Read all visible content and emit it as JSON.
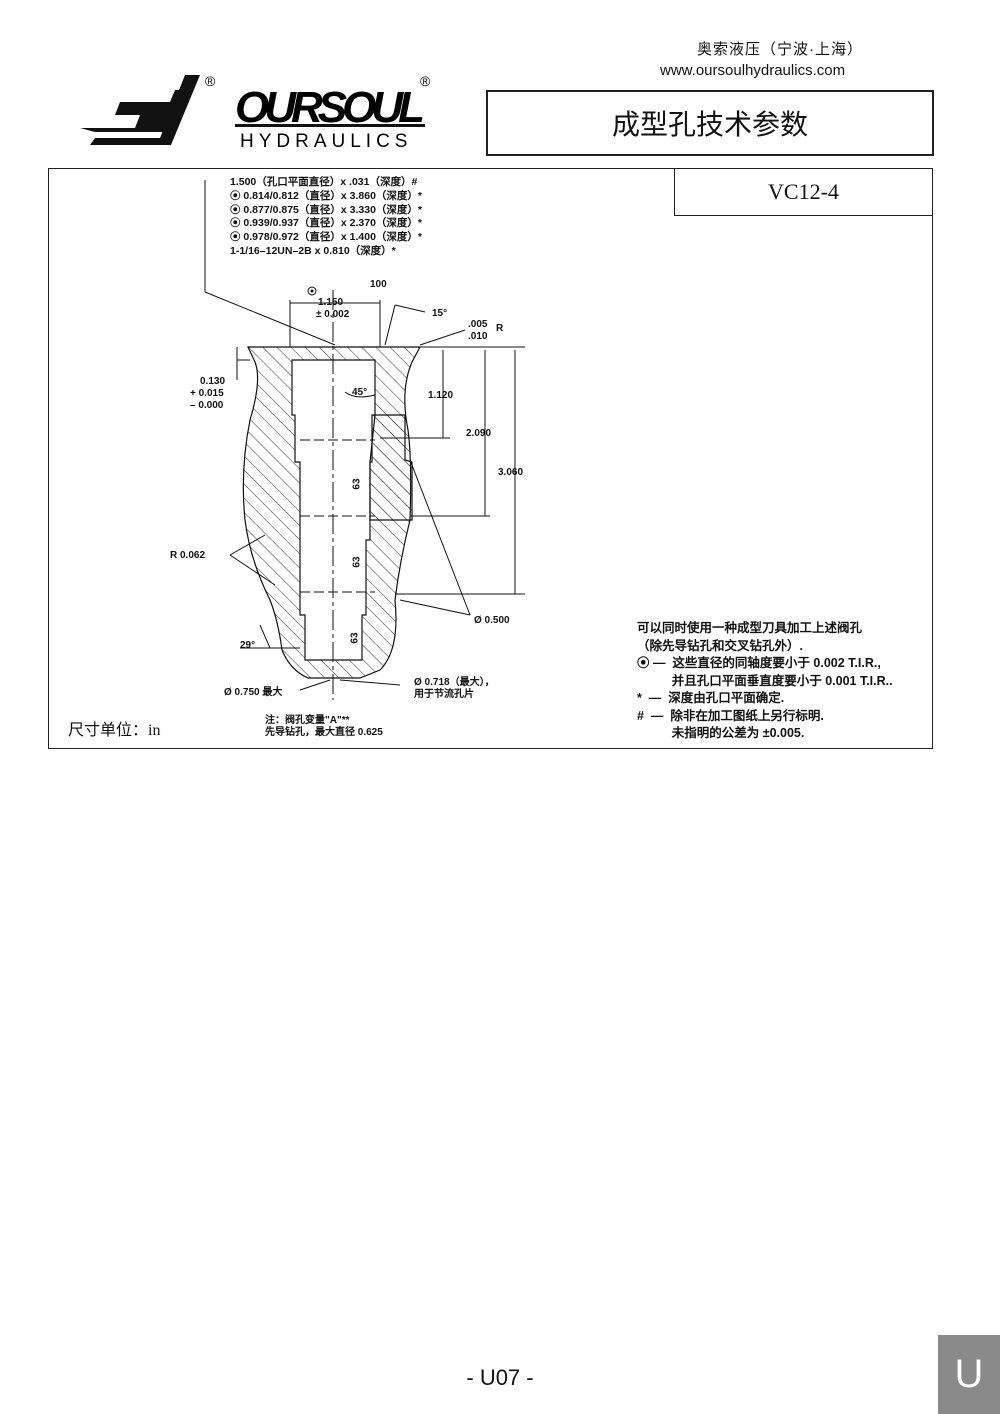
{
  "header": {
    "company": "奥索液压（宁波·上海）",
    "url": "www.oursoulhydraulics.com",
    "logo_text": "OURSOUL",
    "logo_sub": "HYDRAULICS",
    "title": "成型孔技术参数"
  },
  "model": "VC12-4",
  "units": "尺寸单位：in",
  "spec_lines": [
    "1.500（孔口平面直径）x .031（深度）#",
    "⦿ 0.814/0.812（直径）x 3.860（深度）*",
    "⦿ 0.877/0.875（直径）x 3.330（深度）*",
    "⦿ 0.939/0.937（直径）x 2.370（深度）*",
    "⦿ 0.978/0.972（直径）x 1.400（深度）*",
    "1-1/16–12UN–2B x 0.810（深度）*"
  ],
  "dims": {
    "d1150": "1.150",
    "tol1150": "± 0.002",
    "d100": "100",
    "a15": "15°",
    "r005": ".005",
    "r010": ".010",
    "rR": "R",
    "d0130": "0.130",
    "tp": "+ 0.015",
    "tm": "– 0.000",
    "a45": "45°",
    "d1120": "1.120",
    "d2090": "2.090",
    "d3060": "3.060",
    "r0062": "R 0.062",
    "f63a": "63",
    "f63b": "63",
    "f63c": "63",
    "a29": "29°",
    "d0500": "Ø 0.500",
    "d0750": "Ø 0.750 最大",
    "d0718": "Ø 0.718（最大），",
    "d0718b": "用于节流孔片",
    "note1": "注：阀孔变量\"A\"**",
    "note2": "先导钻孔，最大直径 0.625"
  },
  "notes": [
    "可以同时使用一种成型刀具加工上述阀孔",
    "（除先导钻孔和交叉钻孔外）.",
    "⦿ —  这些直径的同轴度要小于 0.002 T.I.R.,",
    "          并且孔口平面垂直度要小于 0.001 T.I.R..",
    "*  —  深度由孔口平面确定.",
    "#  —  除非在加工图纸上另行标明.",
    "          未指明的公差为 ±0.005."
  ],
  "footer": {
    "page": "- U07 -",
    "tab": "U"
  }
}
